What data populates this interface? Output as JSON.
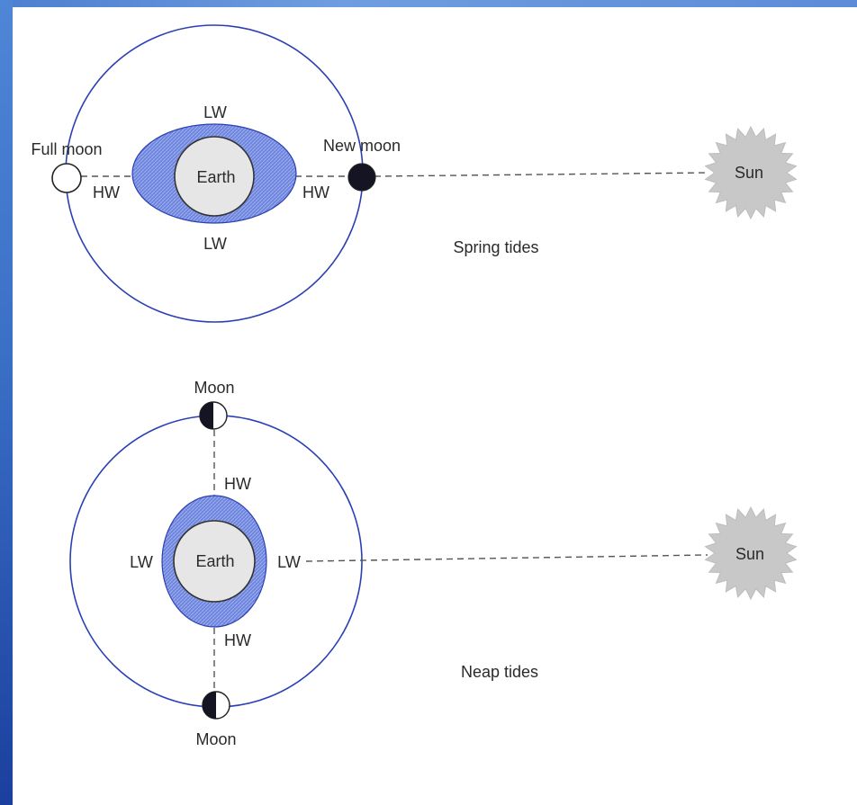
{
  "colors": {
    "orbit": "#2b3fb4",
    "tide_bulge": "#6f86e0",
    "earth_fill": "#e6e6e6",
    "sun_fill": "#c8c8c8",
    "frame_blue": "#3a6fc6"
  },
  "spring": {
    "caption": "Spring tides",
    "full_moon_label": "Full moon",
    "new_moon_label": "New moon",
    "earth_label": "Earth",
    "lw_top": "LW",
    "lw_bottom": "LW",
    "hw_left": "HW",
    "hw_right": "HW",
    "sun_label": "Sun"
  },
  "neap": {
    "caption": "Neap tides",
    "moon_top_label": "Moon",
    "moon_bottom_label": "Moon",
    "earth_label": "Earth",
    "hw_top": "HW",
    "hw_bottom": "HW",
    "lw_left": "LW",
    "lw_right": "LW",
    "sun_label": "Sun"
  }
}
